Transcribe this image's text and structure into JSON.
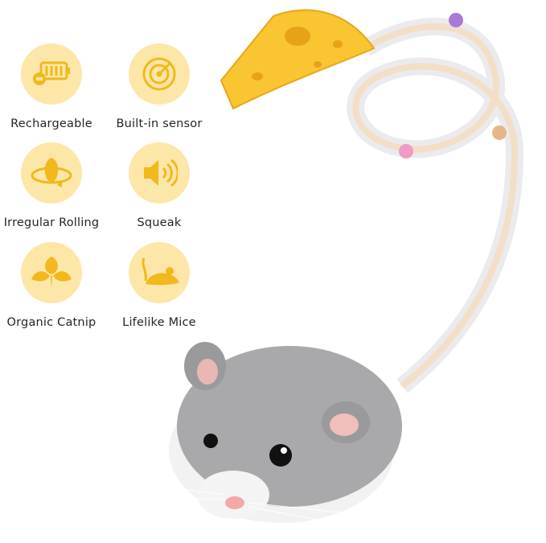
{
  "features": [
    {
      "label": "Rechargeable",
      "icon": "battery-charging-icon"
    },
    {
      "label": "Built-in sensor",
      "icon": "radar-sensor-icon"
    },
    {
      "label": "Irregular Rolling",
      "icon": "rolling-rotation-icon"
    },
    {
      "label": "Squeak",
      "icon": "speaker-sound-icon"
    },
    {
      "label": "Organic Catnip",
      "icon": "catnip-leaf-icon"
    },
    {
      "label": "Lifelike Mice",
      "icon": "mouse-silhouette-icon"
    }
  ],
  "colors": {
    "circle": "#fce7a9",
    "icon": "#f2b81c",
    "text": "#2a2420",
    "mouse_fur": "#a9a9ab",
    "cheese": "#f9c531"
  }
}
